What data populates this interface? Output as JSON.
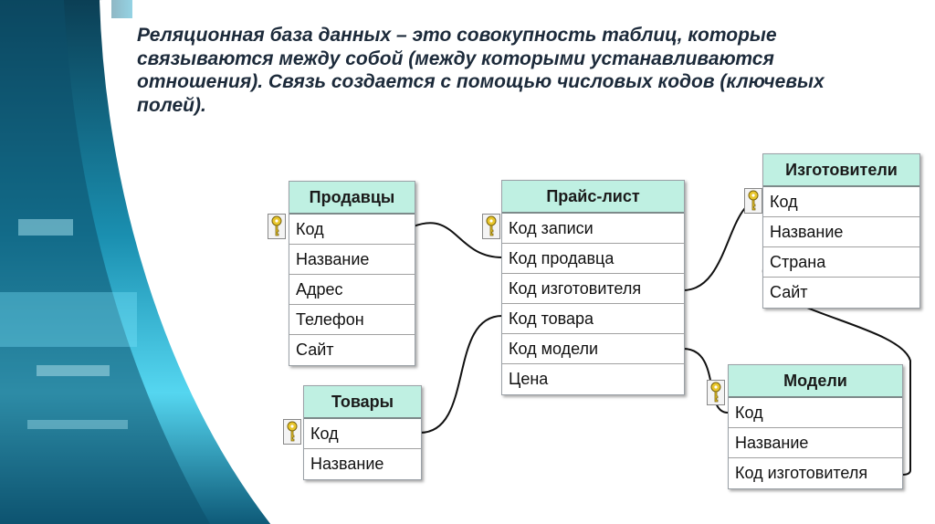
{
  "heading": "Реляционная база данных – это совокупность таблиц, которые связываются между собой (между которыми устанавливаются отношения). Связь создается с помощью числовых кодов (ключевых полей).",
  "tables": {
    "sellers": {
      "title": "Продавцы",
      "fields": [
        "Код",
        "Название",
        "Адрес",
        "Телефон",
        "Сайт"
      ]
    },
    "goods": {
      "title": "Товары",
      "fields": [
        "Код",
        "Название"
      ]
    },
    "price": {
      "title": "Прайс-лист",
      "fields": [
        "Код записи",
        "Код продавца",
        "Код изготовителя",
        "Код товара",
        "Код модели",
        "Цена"
      ]
    },
    "makers": {
      "title": "Изготовители",
      "fields": [
        "Код",
        "Название",
        "Страна",
        "Сайт"
      ]
    },
    "models": {
      "title": "Модели",
      "fields": [
        "Код",
        "Название",
        "Код изготовителя"
      ]
    }
  },
  "colors": {
    "header_bg": "#bff0e2",
    "heading_text": "#1c2a3a",
    "key_icon": "#e8c62a"
  }
}
